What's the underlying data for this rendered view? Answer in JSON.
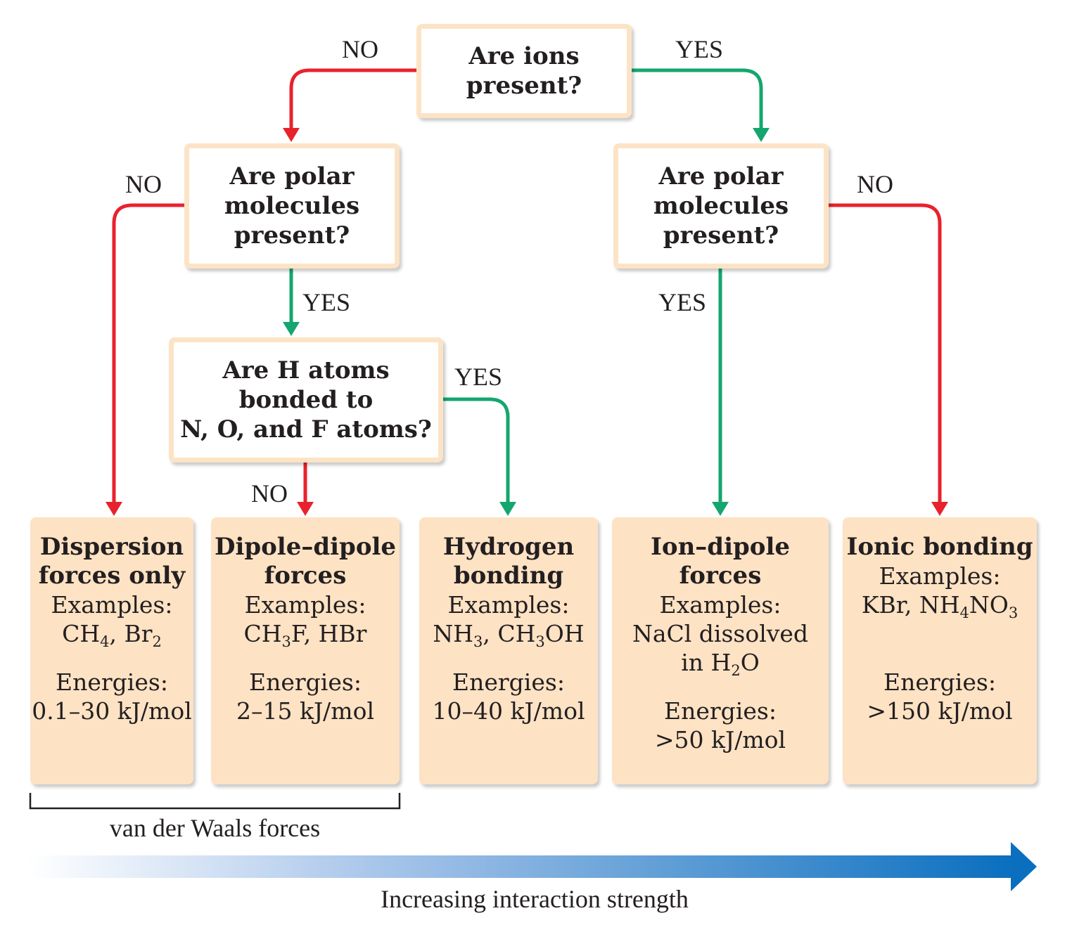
{
  "questions": {
    "ions": [
      "Are ions",
      "present?"
    ],
    "polar_left": [
      "Are polar",
      "molecules",
      "present?"
    ],
    "polar_right": [
      "Are polar",
      "molecules",
      "present?"
    ],
    "h_atoms": [
      "Are H atoms",
      "bonded to",
      "N, O, and F atoms?"
    ]
  },
  "edge_labels": {
    "ions_no": "NO",
    "ions_yes": "YES",
    "polar_left_no": "NO",
    "polar_left_yes": "YES",
    "h_yes": "YES",
    "h_no": "NO",
    "polar_right_yes": "YES",
    "polar_right_no": "NO"
  },
  "results": {
    "dispersion": {
      "title": [
        "Dispersion",
        "forces only"
      ],
      "examples_label": "Examples:",
      "examples": [
        "CH",
        "4",
        ", Br",
        "2"
      ],
      "energies_label": "Energies:",
      "energies": "0.1–30 kJ/mol"
    },
    "dipole": {
      "title": [
        "Dipole–dipole",
        "forces"
      ],
      "examples_label": "Examples:",
      "examples": [
        "CH",
        "3",
        "F, HBr"
      ],
      "energies_label": "Energies:",
      "energies": "2–15 kJ/mol"
    },
    "hydrogen": {
      "title": [
        "Hydrogen",
        "bonding"
      ],
      "examples_label": "Examples:",
      "examples": [
        "NH",
        "3",
        ", CH",
        "3",
        "OH"
      ],
      "energies_label": "Energies:",
      "energies": "10–40 kJ/mol"
    },
    "ion_dipole": {
      "title": [
        "Ion–dipole forces"
      ],
      "examples_label": "Examples:",
      "examples_line1": "NaCl dissolved",
      "examples_line2": [
        "in H",
        "2",
        "O"
      ],
      "energies_label": "Energies:",
      "energies": ">50 kJ/mol"
    },
    "ionic": {
      "title": [
        "Ionic bonding"
      ],
      "examples_label": "Examples:",
      "examples": [
        "KBr, NH",
        "4",
        "NO",
        "3"
      ],
      "energies_label": "Energies:",
      "energies": ">150 kJ/mol"
    }
  },
  "bracket_label": "van der Waals forces",
  "arrow_label": "Increasing interaction strength",
  "colors": {
    "no_path": "#e8222c",
    "yes_path": "#14a66e",
    "question_border": "#fde3c6",
    "result_fill": "#fde2c4",
    "arrow_end": "#0a6fbf"
  }
}
